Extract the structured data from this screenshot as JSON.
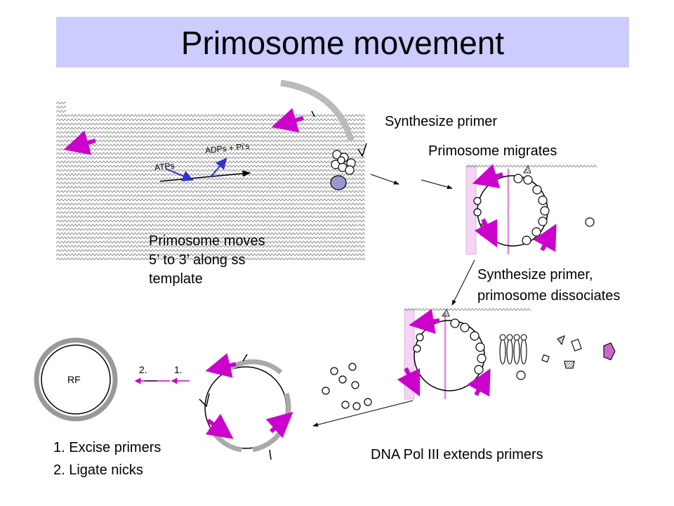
{
  "title": "Primosome movement",
  "labels": {
    "synthesize_primer": "Synthesize primer",
    "primosome_migrates": "Primosome migrates",
    "primosome_moves_line1": "Primosome moves",
    "primosome_moves_line2": "5’ to 3’ along ss",
    "primosome_moves_line3": "template",
    "dissociates_line1": "Synthesize primer,",
    "dissociates_line2": "primosome dissociates",
    "pol_iii": "DNA Pol III extends primers",
    "step1": "1. Excise primers",
    "step2": "2. Ligate nicks",
    "atps": "ATPs",
    "adps": "ADPs + Pi’s",
    "rf": "RF",
    "num1": "1.",
    "num2": "2."
  },
  "colors": {
    "title_bg": "#ccccff",
    "primer_arrow": "#cc00cc",
    "atp_arrow": "#3333cc",
    "template_gray": "#999999",
    "subunit_fill": "#9999cc"
  }
}
